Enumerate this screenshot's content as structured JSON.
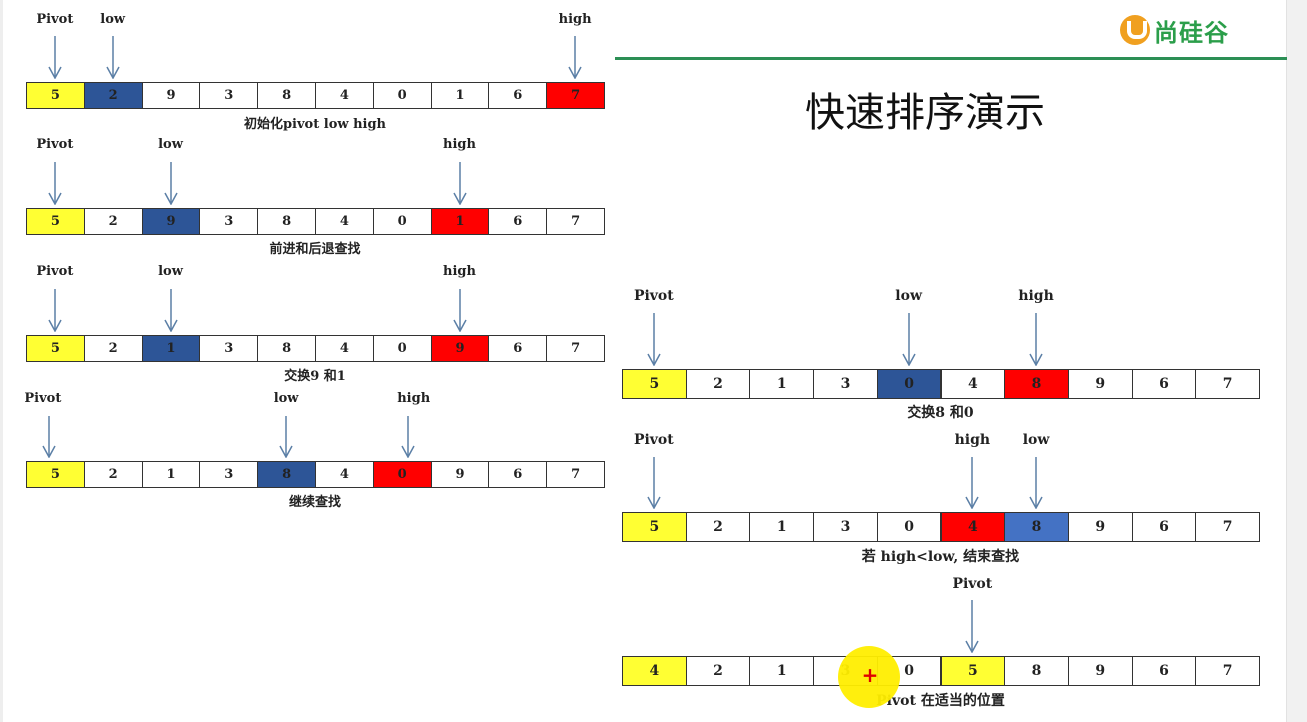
{
  "header": {
    "logo_text": "尚硅谷",
    "logo_icon": "shang-gui-gu-u-logo-icon",
    "title": "快速排序演示"
  },
  "colors": {
    "pivot": "#ffff33",
    "low": "#2d5597",
    "low_light": "#4472c4",
    "high": "#ff0000",
    "plain": "#ffffff",
    "accent_line": "#2c8f55",
    "cursor_highlight": "#ffee00"
  },
  "steps": [
    {
      "id": "step1",
      "caption": "初始化pivot low high",
      "cells": [
        "5",
        "2",
        "9",
        "3",
        "8",
        "4",
        "0",
        "1",
        "6",
        "7"
      ],
      "roles": [
        "pivot",
        "low",
        "plain",
        "plain",
        "plain",
        "plain",
        "plain",
        "plain",
        "plain",
        "high"
      ],
      "markers": [
        {
          "label": "Pivot",
          "index": 0
        },
        {
          "label": "low",
          "index": 1
        },
        {
          "label": "high",
          "index": 9
        }
      ]
    },
    {
      "id": "step2",
      "caption": "前进和后退查找",
      "cells": [
        "5",
        "2",
        "9",
        "3",
        "8",
        "4",
        "0",
        "1",
        "6",
        "7"
      ],
      "roles": [
        "pivot",
        "plain",
        "low",
        "plain",
        "plain",
        "plain",
        "plain",
        "high",
        "plain",
        "plain"
      ],
      "markers": [
        {
          "label": "Pivot",
          "index": 0
        },
        {
          "label": "low",
          "index": 2
        },
        {
          "label": "high",
          "index": 7
        }
      ]
    },
    {
      "id": "step3",
      "caption": "交换9 和1",
      "cells": [
        "5",
        "2",
        "1",
        "3",
        "8",
        "4",
        "0",
        "9",
        "6",
        "7"
      ],
      "roles": [
        "pivot",
        "plain",
        "low",
        "plain",
        "plain",
        "plain",
        "plain",
        "high",
        "plain",
        "plain"
      ],
      "markers": [
        {
          "label": "Pivot",
          "index": 0
        },
        {
          "label": "low",
          "index": 2
        },
        {
          "label": "high",
          "index": 7
        }
      ]
    },
    {
      "id": "step4",
      "caption": "继续查找",
      "cells": [
        "5",
        "2",
        "1",
        "3",
        "8",
        "4",
        "0",
        "9",
        "6",
        "7"
      ],
      "roles": [
        "pivot",
        "plain",
        "plain",
        "plain",
        "low",
        "plain",
        "high",
        "plain",
        "plain",
        "plain"
      ],
      "markers": [
        {
          "label": "Pivot",
          "index": 0
        },
        {
          "label": "low",
          "index": 4
        },
        {
          "label": "high",
          "index": 6
        }
      ]
    },
    {
      "id": "step5",
      "caption": "交换8 和0",
      "cells": [
        "5",
        "2",
        "1",
        "3",
        "0",
        "4",
        "8",
        "9",
        "6",
        "7"
      ],
      "roles": [
        "pivot",
        "plain",
        "plain",
        "plain",
        "low",
        "plain",
        "high",
        "plain",
        "plain",
        "plain"
      ],
      "markers": [
        {
          "label": "Pivot",
          "index": 0
        },
        {
          "label": "low",
          "index": 4
        },
        {
          "label": "high",
          "index": 6
        }
      ]
    },
    {
      "id": "step6",
      "caption": "若 high<low, 结束查找",
      "cells": [
        "5",
        "2",
        "1",
        "3",
        "0",
        "4",
        "8",
        "9",
        "6",
        "7"
      ],
      "roles": [
        "pivot",
        "plain",
        "plain",
        "plain",
        "plain",
        "high",
        "low_light",
        "plain",
        "plain",
        "plain"
      ],
      "markers": [
        {
          "label": "Pivot",
          "index": 0
        },
        {
          "label": "high",
          "index": 5
        },
        {
          "label": "low",
          "index": 6
        }
      ]
    },
    {
      "id": "step7",
      "caption": "Pivot 在适当的位置",
      "cells": [
        "4",
        "2",
        "1",
        "3",
        "0",
        "5",
        "8",
        "9",
        "6",
        "7"
      ],
      "roles": [
        "pivot",
        "plain",
        "plain",
        "plain",
        "plain",
        "pivot",
        "plain",
        "plain",
        "plain",
        "plain"
      ],
      "markers": [
        {
          "label": "Pivot",
          "index": 5
        }
      ]
    }
  ]
}
